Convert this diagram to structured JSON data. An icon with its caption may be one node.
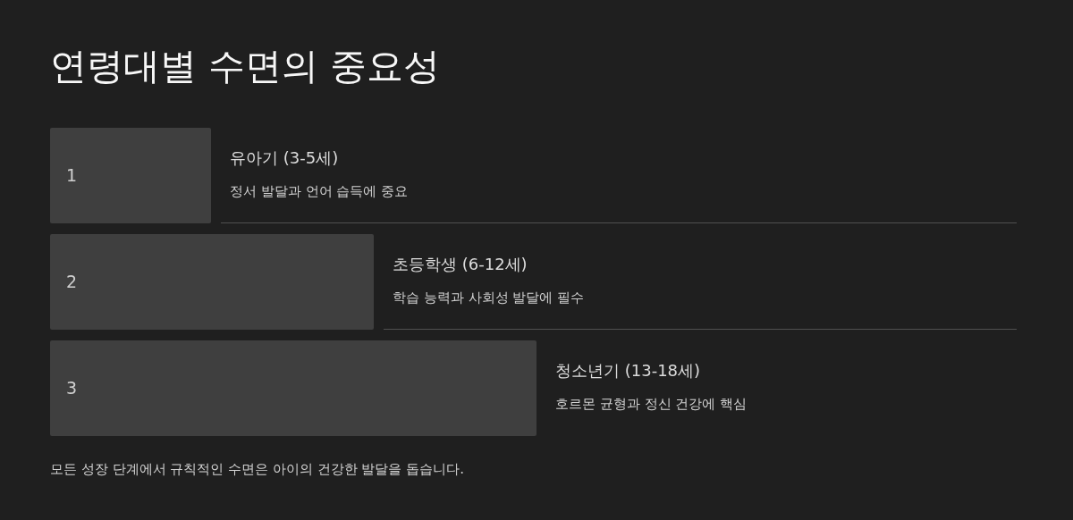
{
  "diagram": {
    "title": "연령대별 수면의 중요성",
    "nodes": [
      {
        "text": [
          "1"
        ],
        "beside": [
          "유아기 (3-5세)",
          "정서 발달과 언어 습득에 중요"
        ]
      },
      {
        "text": [
          "2"
        ],
        "beside": [
          "초등학생 (6-12세)",
          "학습 능력과 사회성 발달에 필수"
        ]
      },
      {
        "text": [
          "3"
        ],
        "beside": [
          "청소년기 (13-18세)",
          "호르몬 균형과 정신 건강에 핵심"
        ]
      }
    ],
    "edges": [],
    "caption": "모든 성장 단계에서 규칙적인 수면은 아이의 건강한 발달을 돕습니다."
  }
}
